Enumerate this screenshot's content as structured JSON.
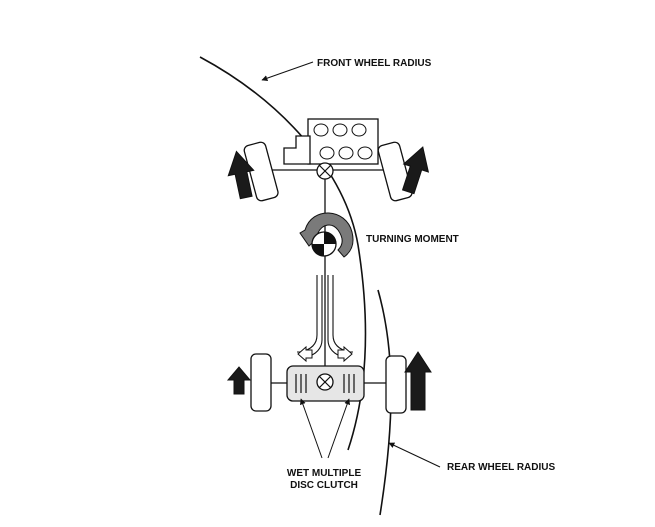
{
  "labels": {
    "front_wheel_radius": "FRONT WHEEL RADIUS",
    "turning_moment": "TURNING MOMENT",
    "rear_wheel_radius": "REAR WHEEL RADIUS",
    "clutch_line1": "WET MULTIPLE",
    "clutch_line2": "DISC CLUTCH"
  },
  "colors": {
    "ink": "#111111",
    "arrow_fill": "#1a1a1a",
    "light_fill": "#e6e6e6",
    "turn_arrow": "#7a7a7a"
  },
  "icons": {
    "direction_arrow": "up-arrow-icon",
    "center_of_gravity": "center-of-gravity-icon",
    "pivot": "pivot-icon",
    "turning_moment": "curved-arrow-icon"
  }
}
